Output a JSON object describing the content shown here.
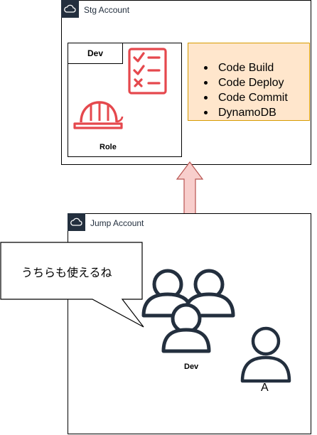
{
  "stg_account": {
    "title": "Stg Account",
    "dev_label": "Dev",
    "role_label": "Role",
    "services": [
      "Code Build",
      "Code Deploy",
      "Code Commit",
      "DynamoDB"
    ]
  },
  "jump_account": {
    "title": "Jump Account",
    "group_label": "Dev",
    "user_label": "A"
  },
  "callout": {
    "text": "うちらも使えるね"
  },
  "icons": [
    "cloud-icon",
    "checklist-icon",
    "helmet-icon",
    "users-group-icon",
    "user-icon",
    "up-arrow"
  ],
  "colors": {
    "icon_red": "#e5484d",
    "icon_dark": "#232f3e",
    "arrow_fill": "#f8cecc",
    "arrow_stroke": "#b85450",
    "services_fill": "#ffe6cc",
    "services_stroke": "#d79b00"
  }
}
